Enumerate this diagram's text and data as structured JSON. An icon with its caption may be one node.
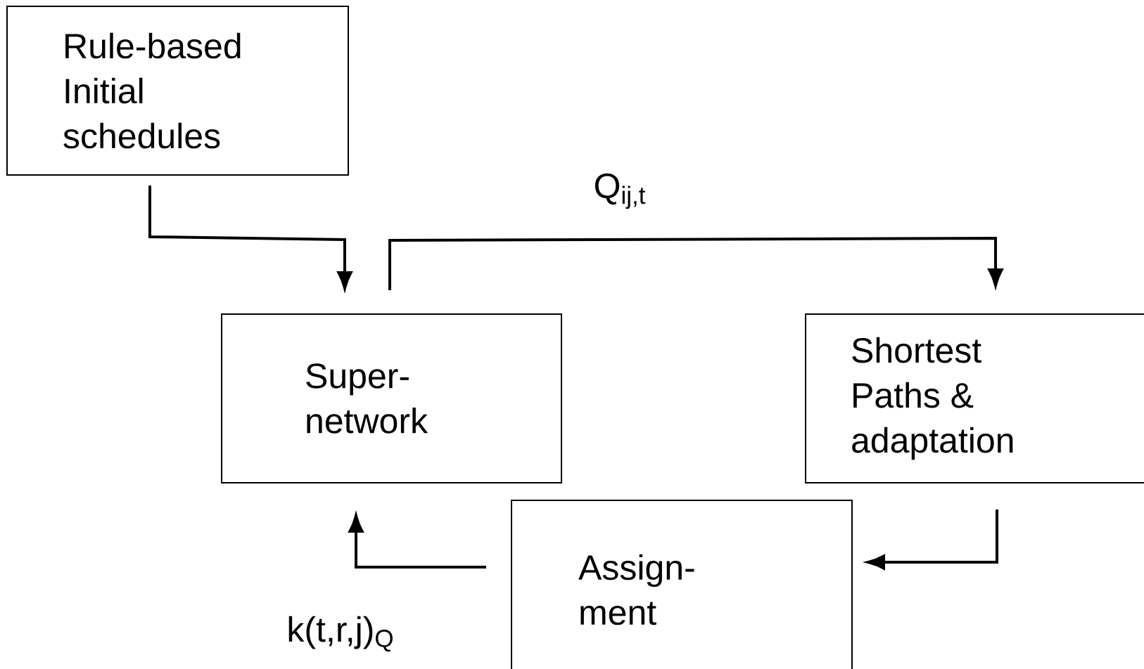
{
  "diagram": {
    "nodes": [
      {
        "text": [
          "Rule-based Initial schedules"
        ]
      },
      {
        "text": [
          "Super- network"
        ]
      },
      {
        "text": [
          "Shortest Paths & adaptation"
        ]
      },
      {
        "text": [
          "Assign- ment"
        ]
      }
    ],
    "edges": [
      {
        "from": 0,
        "to": 1,
        "arrow": "to"
      },
      {
        "from": 1,
        "to": 2,
        "arrow": "to",
        "label": "Q$_{ij,t}$"
      },
      {
        "from": 2,
        "to": 3,
        "arrow": "to"
      },
      {
        "from": 3,
        "to": 1,
        "arrow": "to",
        "label": "k(t,r,j)$_{Q}$"
      }
    ]
  }
}
